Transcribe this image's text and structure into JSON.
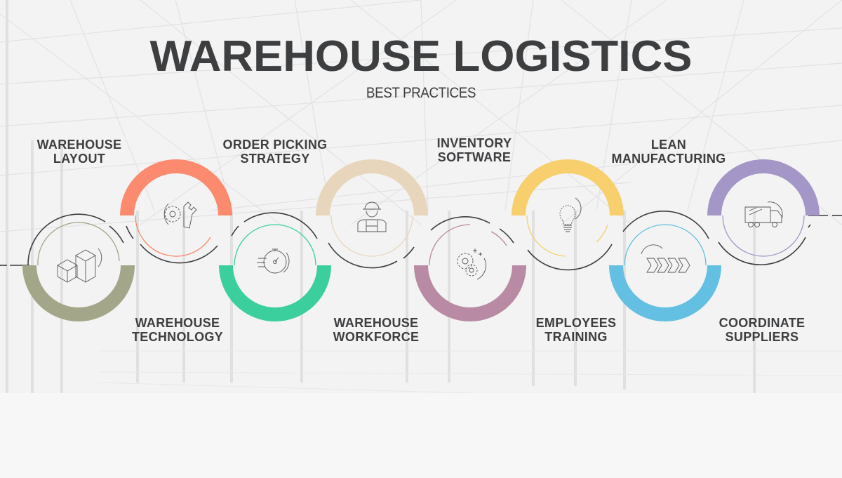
{
  "header": {
    "title": "WAREHOUSE LOGISTICS",
    "subtitle": "BEST PRACTICES"
  },
  "steps": [
    {
      "label_line1": "WAREHOUSE",
      "label_line2": "LAYOUT",
      "icon": "boxes-icon",
      "color": "#a4a689",
      "arc": "bottom",
      "label_position": "top"
    },
    {
      "label_line1": "WAREHOUSE",
      "label_line2": "TECHNOLOGY",
      "icon": "gear-wrench-icon",
      "color": "#fb8a6e",
      "arc": "top",
      "label_position": "bottom"
    },
    {
      "label_line1": "ORDER PICKING",
      "label_line2": "STRATEGY",
      "icon": "stopwatch-icon",
      "color": "#3ccf9e",
      "arc": "bottom",
      "label_position": "top"
    },
    {
      "label_line1": "WAREHOUSE",
      "label_line2": "WORKFORCE",
      "icon": "worker-icon",
      "color": "#e8d6bc",
      "arc": "top",
      "label_position": "bottom"
    },
    {
      "label_line1": "INVENTORY",
      "label_line2": "SOFTWARE",
      "icon": "gears-icon",
      "color": "#b98aa3",
      "arc": "bottom",
      "label_position": "top"
    },
    {
      "label_line1": "EMPLOYEES",
      "label_line2": "TRAINING",
      "icon": "lightbulb-icon",
      "color": "#f7cf6d",
      "arc": "top",
      "label_position": "bottom"
    },
    {
      "label_line1": "LEAN",
      "label_line2": "MANUFACTURING",
      "icon": "chevrons-icon",
      "color": "#63c0e2",
      "arc": "bottom",
      "label_position": "top"
    },
    {
      "label_line1": "COORDINATE",
      "label_line2": "SUPPLIERS",
      "icon": "truck-icon",
      "color": "#a496c6",
      "arc": "top",
      "label_position": "bottom"
    }
  ]
}
